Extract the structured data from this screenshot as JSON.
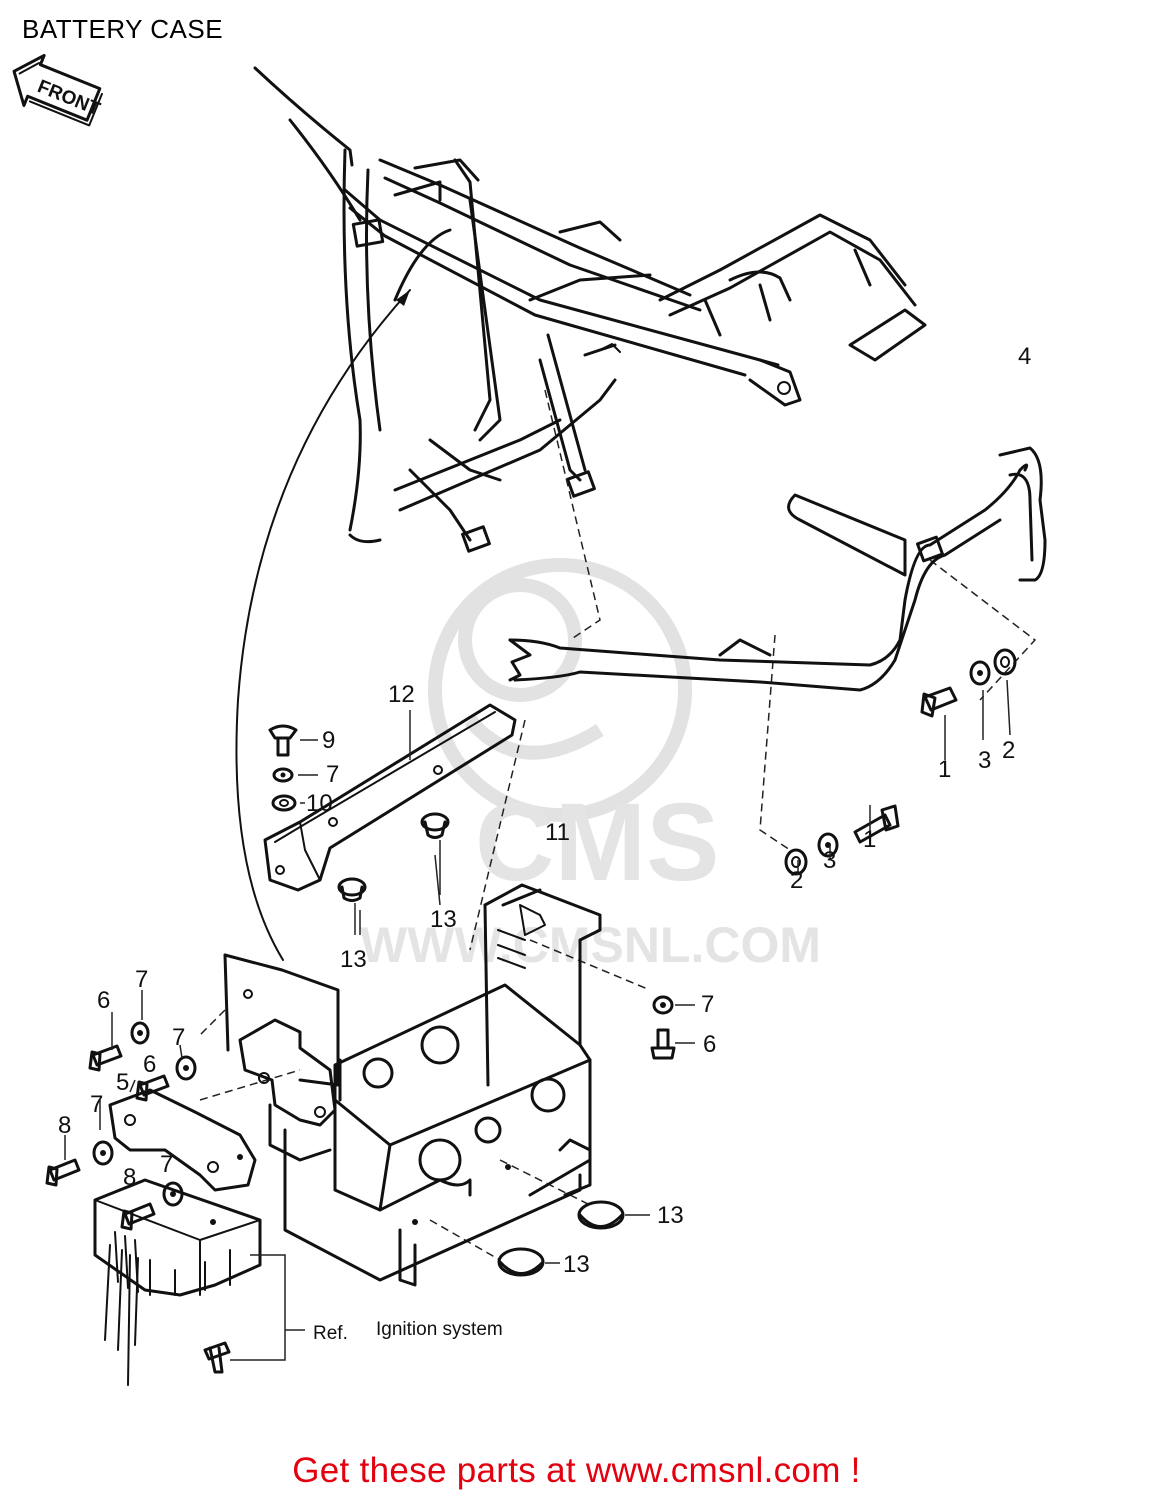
{
  "title": "BATTERY CASE",
  "front_label": "FRONT",
  "watermark": {
    "brand": "CMS",
    "url": "WWW.CMSNL.COM"
  },
  "callouts": [
    {
      "id": "c1a",
      "text": "1"
    },
    {
      "id": "c2a",
      "text": "2"
    },
    {
      "id": "c3a",
      "text": "3"
    },
    {
      "id": "c4",
      "text": "4"
    },
    {
      "id": "c1b",
      "text": "1"
    },
    {
      "id": "c2b",
      "text": "2"
    },
    {
      "id": "c3b",
      "text": "3"
    },
    {
      "id": "c12",
      "text": "12"
    },
    {
      "id": "c9",
      "text": "9"
    },
    {
      "id": "c7a",
      "text": "7"
    },
    {
      "id": "c10",
      "text": "10"
    },
    {
      "id": "c11",
      "text": "11"
    },
    {
      "id": "c13a",
      "text": "13"
    },
    {
      "id": "c13b",
      "text": "13"
    },
    {
      "id": "c7b",
      "text": "7"
    },
    {
      "id": "c6a",
      "text": "6"
    },
    {
      "id": "c7c",
      "text": "7"
    },
    {
      "id": "c6b",
      "text": "6"
    },
    {
      "id": "c7d",
      "text": "7"
    },
    {
      "id": "c6c",
      "text": "6"
    },
    {
      "id": "c5",
      "text": "5"
    },
    {
      "id": "c8a",
      "text": "8"
    },
    {
      "id": "c7e",
      "text": "7"
    },
    {
      "id": "c8b",
      "text": "8"
    },
    {
      "id": "c7f",
      "text": "7"
    },
    {
      "id": "c13c",
      "text": "13"
    },
    {
      "id": "c13d",
      "text": "13"
    }
  ],
  "notes": {
    "ref": "Ref.",
    "ignition": "Ignition system"
  },
  "footer": "Get these parts at www.cmsnl.com !"
}
